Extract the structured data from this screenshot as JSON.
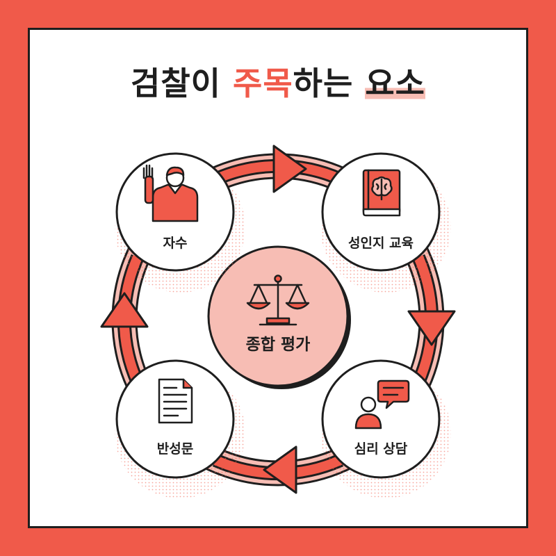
{
  "title": {
    "part1": "검찰이 ",
    "accent": "주목",
    "part2": "하는 ",
    "highlight": "요소"
  },
  "center": {
    "label": "종합 평가",
    "icon": "scales-icon"
  },
  "nodes": [
    {
      "label": "자수",
      "icon": "raised-hand-person-icon"
    },
    {
      "label": "성인지 교육",
      "icon": "brain-book-icon"
    },
    {
      "label": "심리 상담",
      "icon": "counseling-speech-icon"
    },
    {
      "label": "반성문",
      "icon": "document-icon"
    }
  ],
  "colors": {
    "accent": "#F05A4A",
    "accent_light": "#F7BDB4",
    "outline": "#1E1E1E",
    "background": "#FFFFFF"
  }
}
